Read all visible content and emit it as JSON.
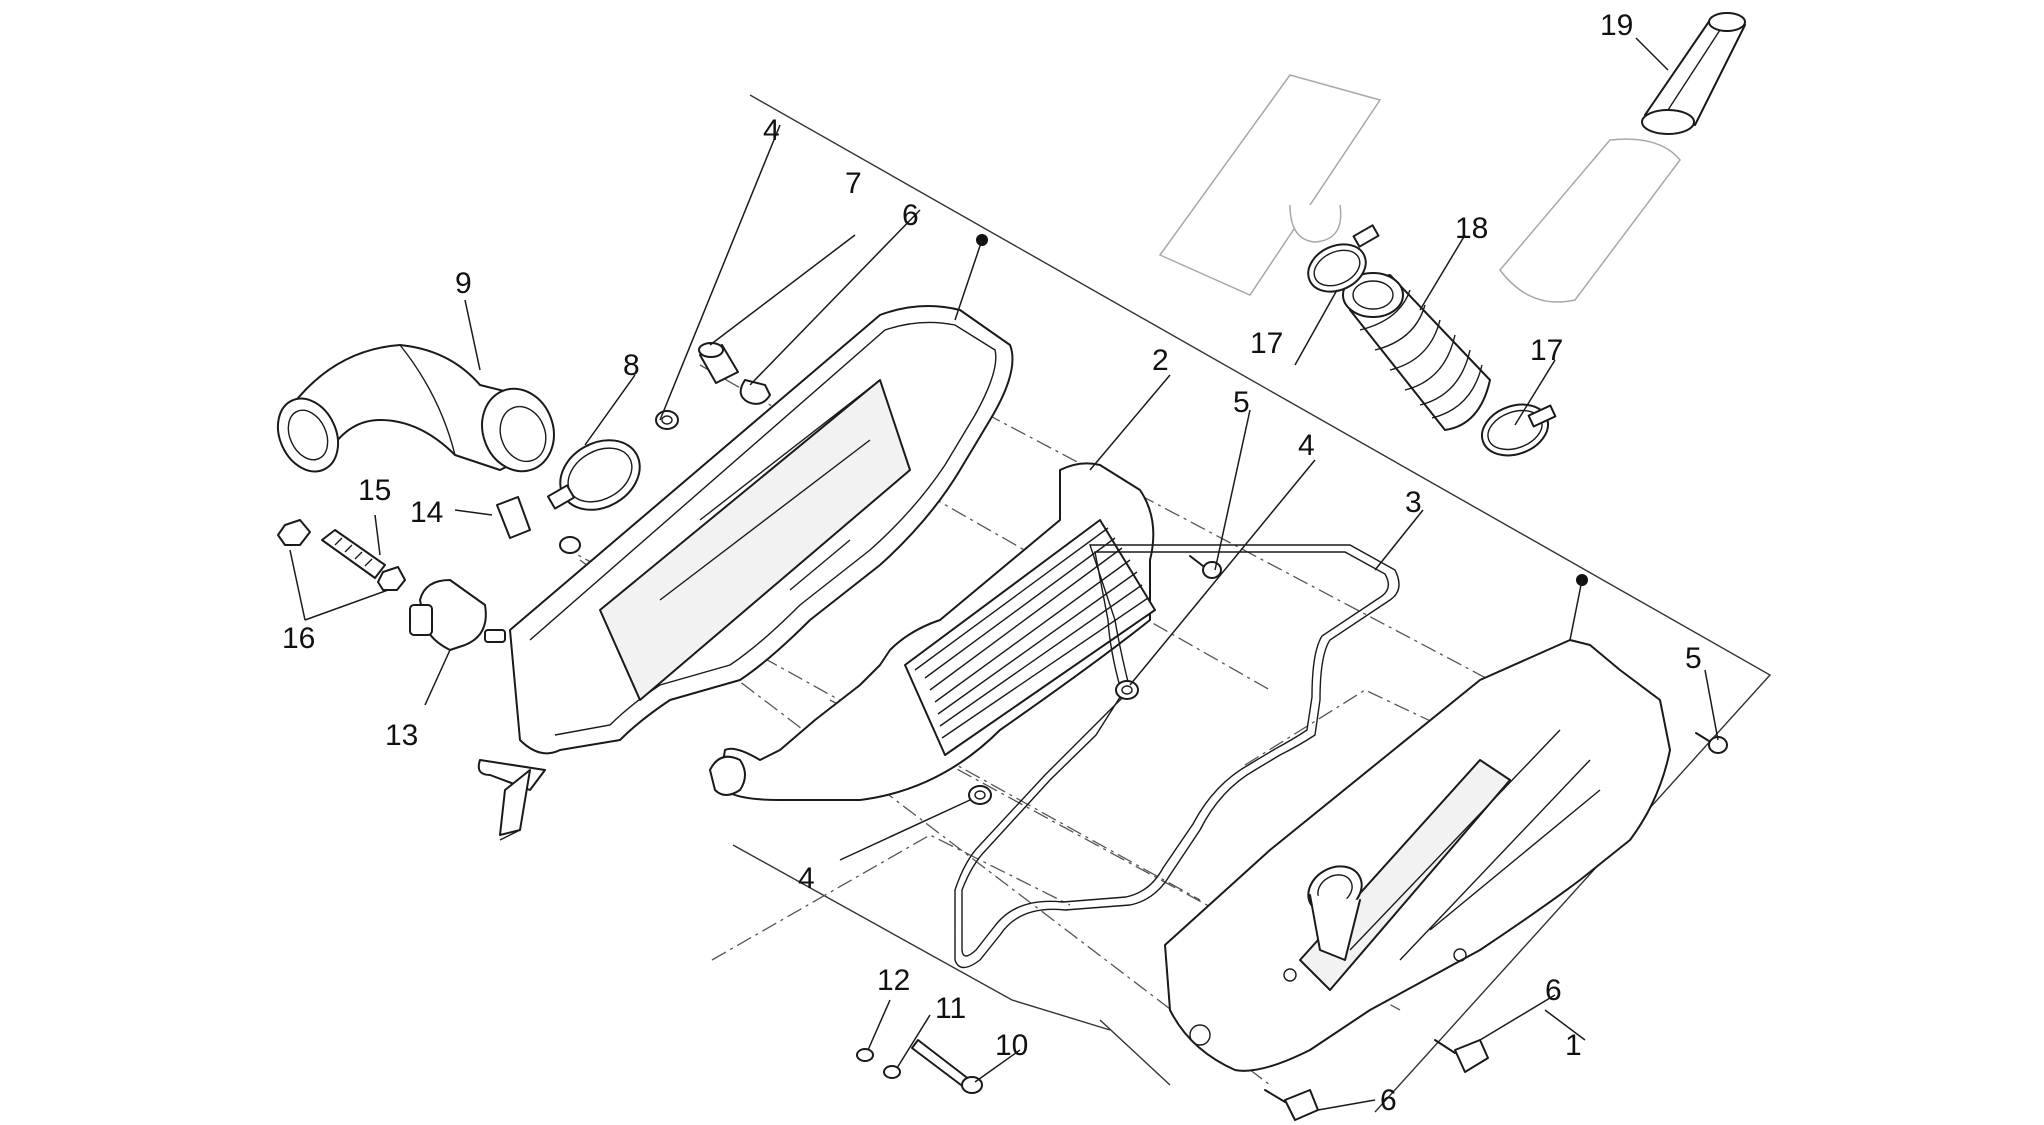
{
  "callouts": [
    {
      "id": "c1",
      "label": "1"
    },
    {
      "id": "c2",
      "label": "2"
    },
    {
      "id": "c3",
      "label": "3"
    },
    {
      "id": "c4a",
      "label": "4"
    },
    {
      "id": "c4b",
      "label": "4"
    },
    {
      "id": "c4c",
      "label": "4"
    },
    {
      "id": "c5a",
      "label": "5"
    },
    {
      "id": "c5b",
      "label": "5"
    },
    {
      "id": "c6a",
      "label": "6"
    },
    {
      "id": "c6b",
      "label": "6"
    },
    {
      "id": "c6c",
      "label": "6"
    },
    {
      "id": "c7",
      "label": "7"
    },
    {
      "id": "c8",
      "label": "8"
    },
    {
      "id": "c9",
      "label": "9"
    },
    {
      "id": "c10",
      "label": "10"
    },
    {
      "id": "c11",
      "label": "11"
    },
    {
      "id": "c12",
      "label": "12"
    },
    {
      "id": "c13",
      "label": "13"
    },
    {
      "id": "c14",
      "label": "14"
    },
    {
      "id": "c15",
      "label": "15"
    },
    {
      "id": "c16",
      "label": "16"
    },
    {
      "id": "c17a",
      "label": "17"
    },
    {
      "id": "c17b",
      "label": "17"
    },
    {
      "id": "c18",
      "label": "18"
    },
    {
      "id": "c19",
      "label": "19"
    }
  ]
}
